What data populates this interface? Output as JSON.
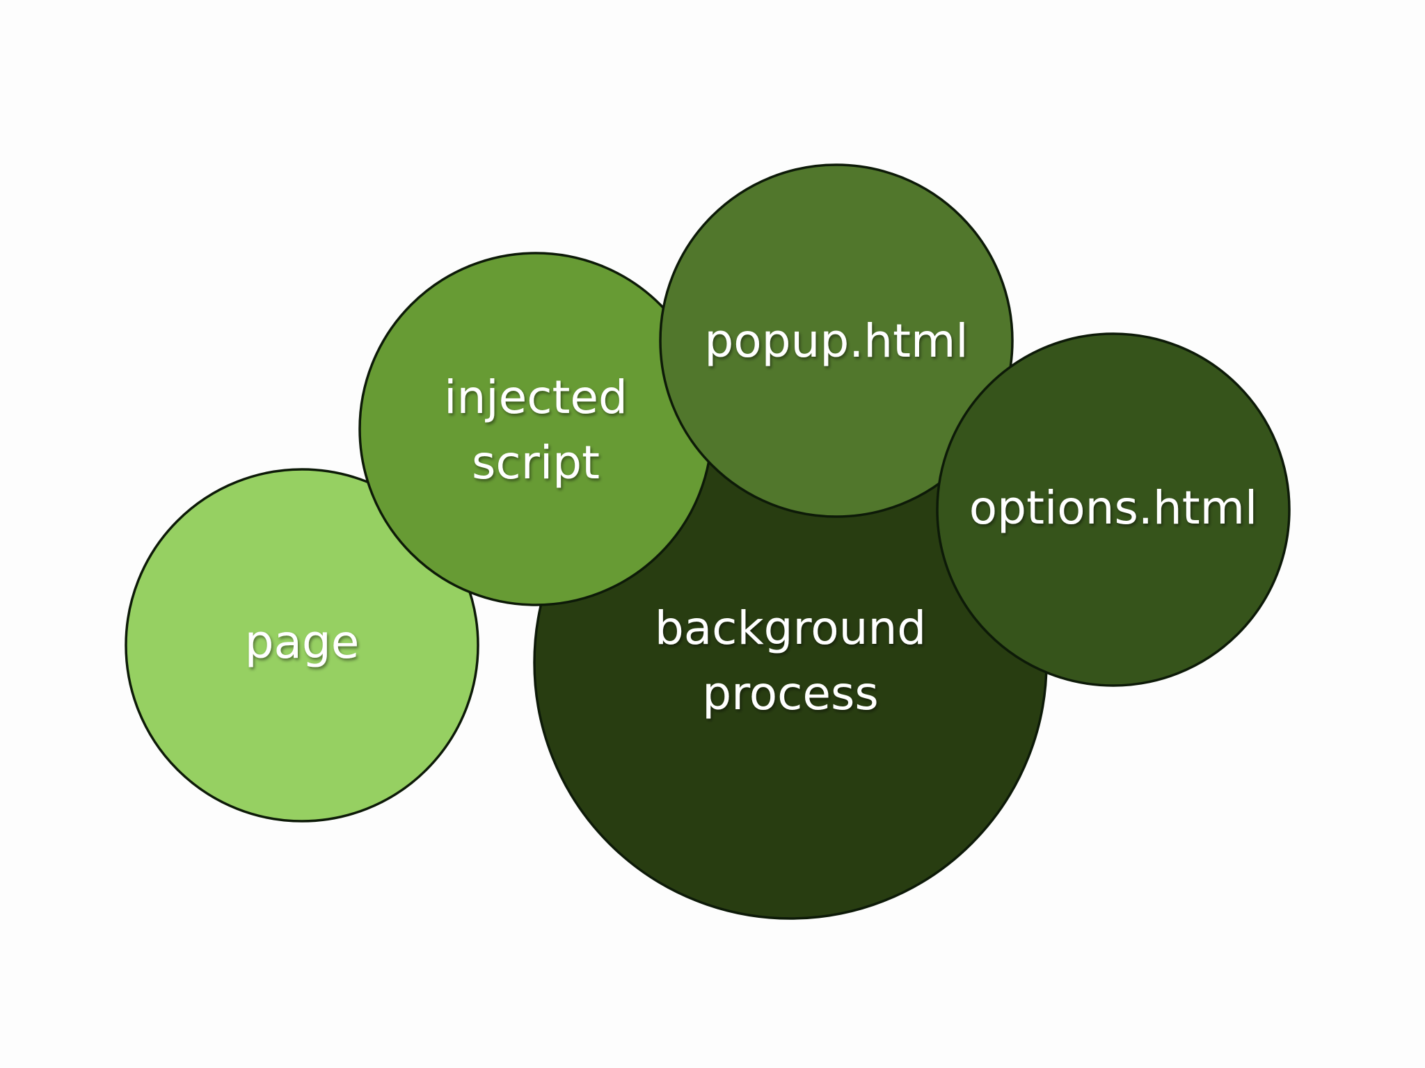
{
  "diagram": {
    "bubbles": [
      {
        "id": "background",
        "lines": [
          "background",
          "process"
        ],
        "color": "#283d11"
      },
      {
        "id": "page",
        "lines": [
          "page"
        ],
        "color": "#96d062"
      },
      {
        "id": "injected",
        "lines": [
          "injected",
          "script"
        ],
        "color": "#679b34"
      },
      {
        "id": "popup",
        "lines": [
          "popup.html"
        ],
        "color": "#51772c"
      },
      {
        "id": "options",
        "lines": [
          "options.html"
        ],
        "color": "#36541b"
      }
    ]
  }
}
